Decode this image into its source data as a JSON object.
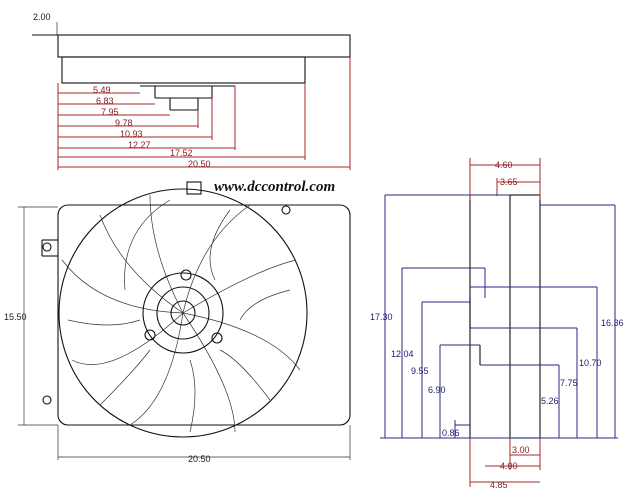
{
  "website": "www.dccontrol.com",
  "top_view": {
    "dim_top": "2.00",
    "dims": [
      "5.49",
      "6.83",
      "7.95",
      "9.78",
      "10.93",
      "12.27",
      "17.52",
      "20.50"
    ]
  },
  "front_view": {
    "width": "20.50",
    "height": "15.50"
  },
  "side_view": {
    "top_dims": [
      "4.60",
      "3.65"
    ],
    "left_dims": [
      "17.30",
      "12.04",
      "9.55",
      "6.90"
    ],
    "right_dims": [
      "16.36",
      "10.70",
      "7.75",
      "5.26"
    ],
    "bottom_dims": [
      "0.86",
      "3.00",
      "4.00",
      "4.85"
    ]
  },
  "colors": {
    "red_dim": "#a52a2a",
    "blue_dim": "#2a2a8a",
    "outline": "#111111"
  }
}
